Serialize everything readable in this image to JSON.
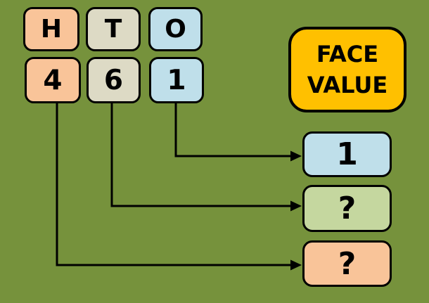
{
  "colors": {
    "background": "#76923C",
    "peach": "#F9C499",
    "beige": "#DDDAC5",
    "light_blue": "#BFDFEA",
    "light_green": "#C5D79F",
    "yellow": "#FFC000",
    "outline": "#000000"
  },
  "place_value_table": {
    "headers": [
      {
        "label": "H"
      },
      {
        "label": "T"
      },
      {
        "label": "O"
      }
    ],
    "digits": [
      {
        "value": "4"
      },
      {
        "value": "6"
      },
      {
        "value": "1"
      }
    ]
  },
  "face_value_label": {
    "line1": "FACE",
    "line2": "VALUE"
  },
  "answers": [
    {
      "value": "1"
    },
    {
      "value": "?"
    },
    {
      "value": "?"
    }
  ]
}
